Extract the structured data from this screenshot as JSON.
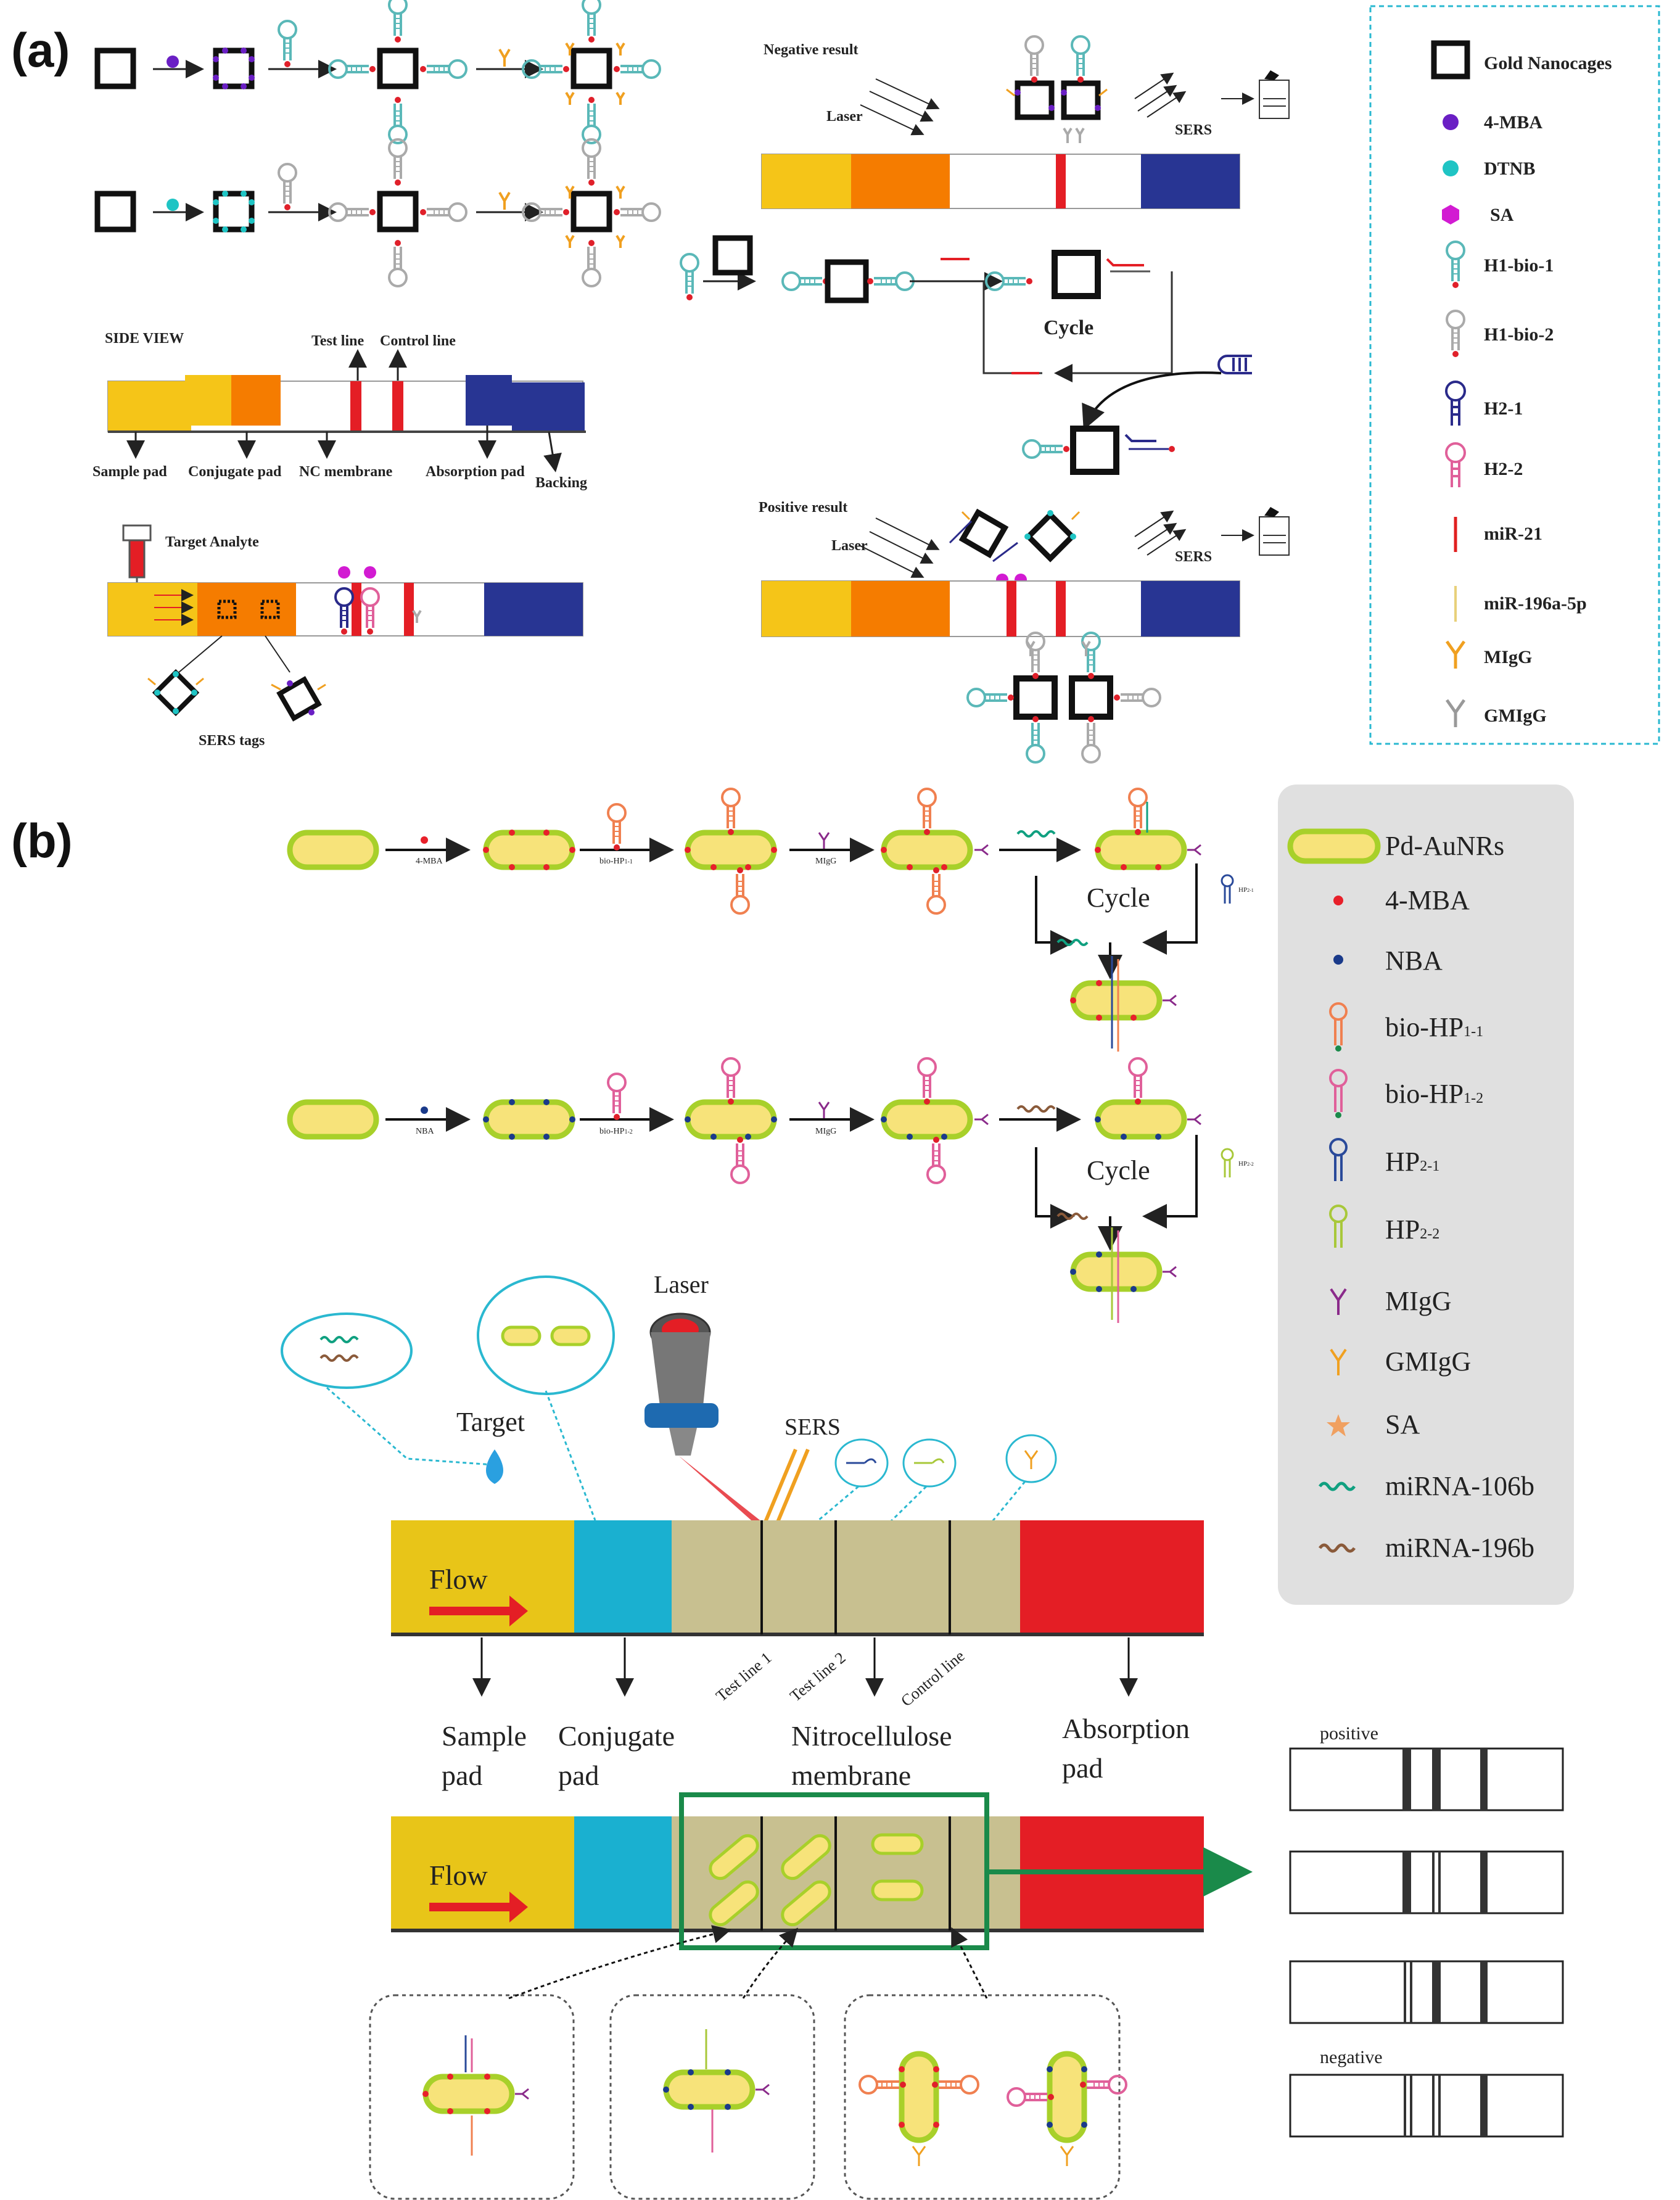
{
  "panel_a": {
    "label": "(a)",
    "side_view": "SIDE VIEW",
    "test_line": "Test line",
    "control_line": "Control line",
    "sample_pad": "Sample pad",
    "conjugate_pad": "Conjugate pad",
    "nc_membrane": "NC membrane",
    "absorption_pad": "Absorption pad",
    "backing": "Backing",
    "target_analyte": "Target Analyte",
    "sers_tags": "SERS tags",
    "negative_result": "Negative result",
    "positive_result": "Positive result",
    "laser_1": "Laser",
    "laser_2": "Laser",
    "sers_1": "SERS",
    "sers_2": "SERS",
    "cycle": "Cycle",
    "legend": [
      {
        "icon": "gold-nanocage-icon",
        "label": "Gold Nanocages"
      },
      {
        "icon": "4-mba-dot-icon",
        "label": "4-MBA",
        "color": "#6a1fc4"
      },
      {
        "icon": "dtnb-dot-icon",
        "label": "DTNB",
        "color": "#1fc4c4"
      },
      {
        "icon": "sa-hexagon-icon",
        "label": "SA",
        "color": "#d21bd2"
      },
      {
        "icon": "hairpin-icon",
        "label": "H1-bio-1",
        "color": "#5ab8b8"
      },
      {
        "icon": "hairpin-icon",
        "label": "H1-bio-2",
        "color": "#aaaaaa"
      },
      {
        "icon": "hairpin-icon",
        "label": "H2-1",
        "color": "#2a2a8a"
      },
      {
        "icon": "hairpin-icon",
        "label": "H2-2",
        "color": "#e0609a"
      },
      {
        "icon": "strand-icon",
        "label": "miR-21",
        "color": "#e02020"
      },
      {
        "icon": "strand-icon",
        "label": "miR-196a-5p",
        "color": "#e8d07a"
      },
      {
        "icon": "antibody-icon",
        "label": "MIgG",
        "color": "#f0a020"
      },
      {
        "icon": "antibody-icon",
        "label": "GMIgG",
        "color": "#999999"
      }
    ]
  },
  "panel_b": {
    "label": "(b)",
    "step_4mba": "4-MBA",
    "step_nba": "NBA",
    "step_bio_1": "bio-HP",
    "step_bio_1_sub": "1-1",
    "step_bio_2": "bio-HP",
    "step_bio_2_sub": "1-2",
    "step_migg_1": "MIgG",
    "step_migg_2": "MIgG",
    "hp_1": "HP",
    "hp_1_sub": "2-1",
    "hp_2": "HP",
    "hp_2_sub": "2-2",
    "cycle_1": "Cycle",
    "cycle_2": "Cycle",
    "laser": "Laser",
    "target": "Target",
    "sers": "SERS",
    "flow_1": "Flow",
    "flow_2": "Flow",
    "test_line_1": "Test line 1",
    "test_line_2": "Test line 2",
    "control_line": "Control line",
    "sample_pad": [
      "Sample",
      "pad"
    ],
    "conjugate_pad": [
      "Conjugate",
      "pad"
    ],
    "nitrocellulose": [
      "Nitrocellulose",
      "membrane"
    ],
    "absorption_pad": [
      "Absorption",
      "pad"
    ],
    "positive": "positive",
    "negative": "negative",
    "legend": [
      {
        "icon": "pd-aunr-icon",
        "label": "Pd-AuNRs"
      },
      {
        "icon": "dot-icon",
        "label": "4-MBA",
        "color": "#e8202a"
      },
      {
        "icon": "dot-icon",
        "label": "NBA",
        "color": "#1a3a8a"
      },
      {
        "icon": "hairpin-icon",
        "label": "bio-HP",
        "sub": "1-1",
        "color": "#f08050"
      },
      {
        "icon": "hairpin-icon",
        "label": "bio-HP",
        "sub": "1-2",
        "color": "#e0609a"
      },
      {
        "icon": "hairpin-icon",
        "label": "HP",
        "sub": "2-1",
        "color": "#2a4a9a"
      },
      {
        "icon": "hairpin-icon",
        "label": "HP",
        "sub": "2-2",
        "color": "#a8c83a"
      },
      {
        "icon": "antibody-icon",
        "label": "MIgG",
        "color": "#8a2a8a"
      },
      {
        "icon": "antibody-icon",
        "label": "GMIgG",
        "color": "#f0a020"
      },
      {
        "icon": "star-icon",
        "label": "SA",
        "color": "#f0a060"
      },
      {
        "icon": "wavy-icon",
        "label": "miRNA-106b",
        "color": "#10a080"
      },
      {
        "icon": "wavy-icon",
        "label": "miRNA-196b",
        "color": "#8a5a3a"
      }
    ]
  }
}
